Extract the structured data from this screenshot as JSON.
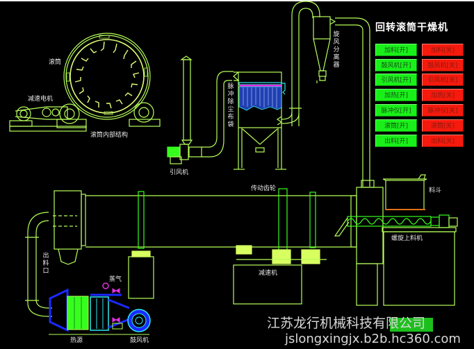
{
  "panel": {
    "title": "回转滚筒干燥机",
    "on_buttons": [
      {
        "label": "加料[开]",
        "state": "on"
      },
      {
        "label": "鼓风机[开]",
        "state": "on"
      },
      {
        "label": "引风机[开]",
        "state": "on"
      },
      {
        "label": "加热[开]",
        "state": "on"
      },
      {
        "label": "脉冲仪[开]",
        "state": "on"
      },
      {
        "label": "滚筒[开]",
        "state": "on"
      },
      {
        "label": "出料[开]",
        "state": "on"
      }
    ],
    "off_buttons": [
      {
        "label": "加料[关]",
        "state": "off"
      },
      {
        "label": "鼓风机[关]",
        "state": "off"
      },
      {
        "label": "引风机[关]",
        "state": "off"
      },
      {
        "label": "加热[关]",
        "state": "off"
      },
      {
        "label": "脉冲仪[关]",
        "state": "off"
      },
      {
        "label": "滚筒[关]",
        "state": "off"
      },
      {
        "label": "出料[关]",
        "state": "off"
      }
    ],
    "colors": {
      "on": "#19f019",
      "off": "#f51a0d"
    }
  },
  "labels": {
    "drum": "滚筒",
    "reduction_motor": "减速电机",
    "drum_internal": "滚筒内部结构",
    "induced_fan": "引风机",
    "pulse_bag_filter": "脉冲除尘布袋",
    "cyclone": "旋风分离器",
    "drive_gear": "传动齿轮",
    "hopper": "料斗",
    "screw_feeder": "螺旋上料机",
    "reducer": "减速机",
    "discharge_port": "出料口",
    "steam": "蒸气",
    "heat_source": "热源",
    "blower": "鼓风机"
  },
  "colors": {
    "line": "#b7ff5a",
    "bright_green": "#36ff1e",
    "blue": "#1a2aff",
    "cyan": "#30e8f0",
    "magenta": "#e030e0",
    "orange": "#e07018",
    "background": "#000000"
  },
  "watermark": {
    "company": "江苏龙行机械科技有限公司",
    "url": "jslongxingjx.b2b.hc360.com"
  }
}
